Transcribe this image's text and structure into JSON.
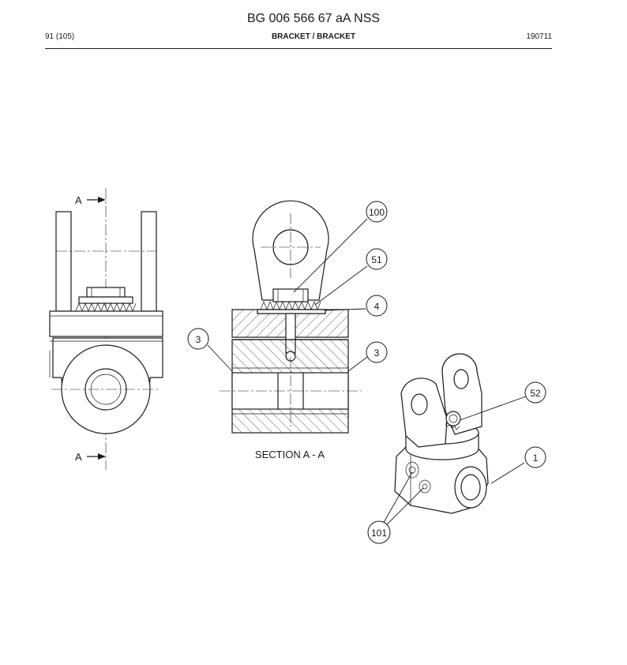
{
  "header": {
    "document_number": "BG 006 566 67 aA NSS",
    "page": "91 (105)",
    "title": "BRACKET / BRACKET",
    "date": "190711"
  },
  "drawing": {
    "section_marker": "A",
    "section_caption": "SECTION A - A",
    "callouts": [
      "100",
      "51",
      "4",
      "3",
      "3",
      "52",
      "1",
      "101"
    ]
  }
}
